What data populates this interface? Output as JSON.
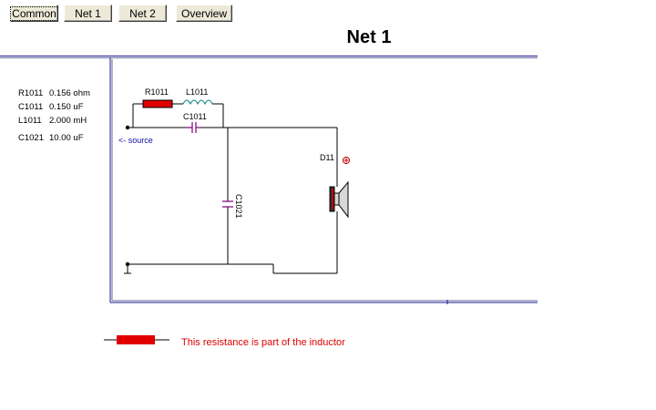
{
  "tabs": [
    {
      "label": "Common",
      "active": true
    },
    {
      "label": "Net 1",
      "active": false
    },
    {
      "label": "Net 2",
      "active": false
    },
    {
      "label": "Overview",
      "active": false
    }
  ],
  "page_title": "Net 1",
  "parts": [
    {
      "ref": "R1011",
      "value": "0.156 ohm"
    },
    {
      "ref": "C1011",
      "value": "0.150 uF"
    },
    {
      "ref": "L1011",
      "value": "2.000 mH"
    },
    {
      "ref": "C1021",
      "value": "10.00 uF"
    }
  ],
  "schematic": {
    "labels": {
      "r1011": "R1011",
      "l1011": "L1011",
      "c1011": "C1011",
      "c1021": "C1021",
      "d11": "D11",
      "source": "<- source"
    },
    "colors": {
      "wire": "#000000",
      "resistor": "#e00000",
      "capacitor": "#7a007a",
      "inductor": "#008080",
      "source_label": "#1010a0",
      "frame": "#1a1a8c"
    }
  },
  "legend": {
    "text": "This resistance is part of the inductor",
    "color": "#e00000"
  }
}
